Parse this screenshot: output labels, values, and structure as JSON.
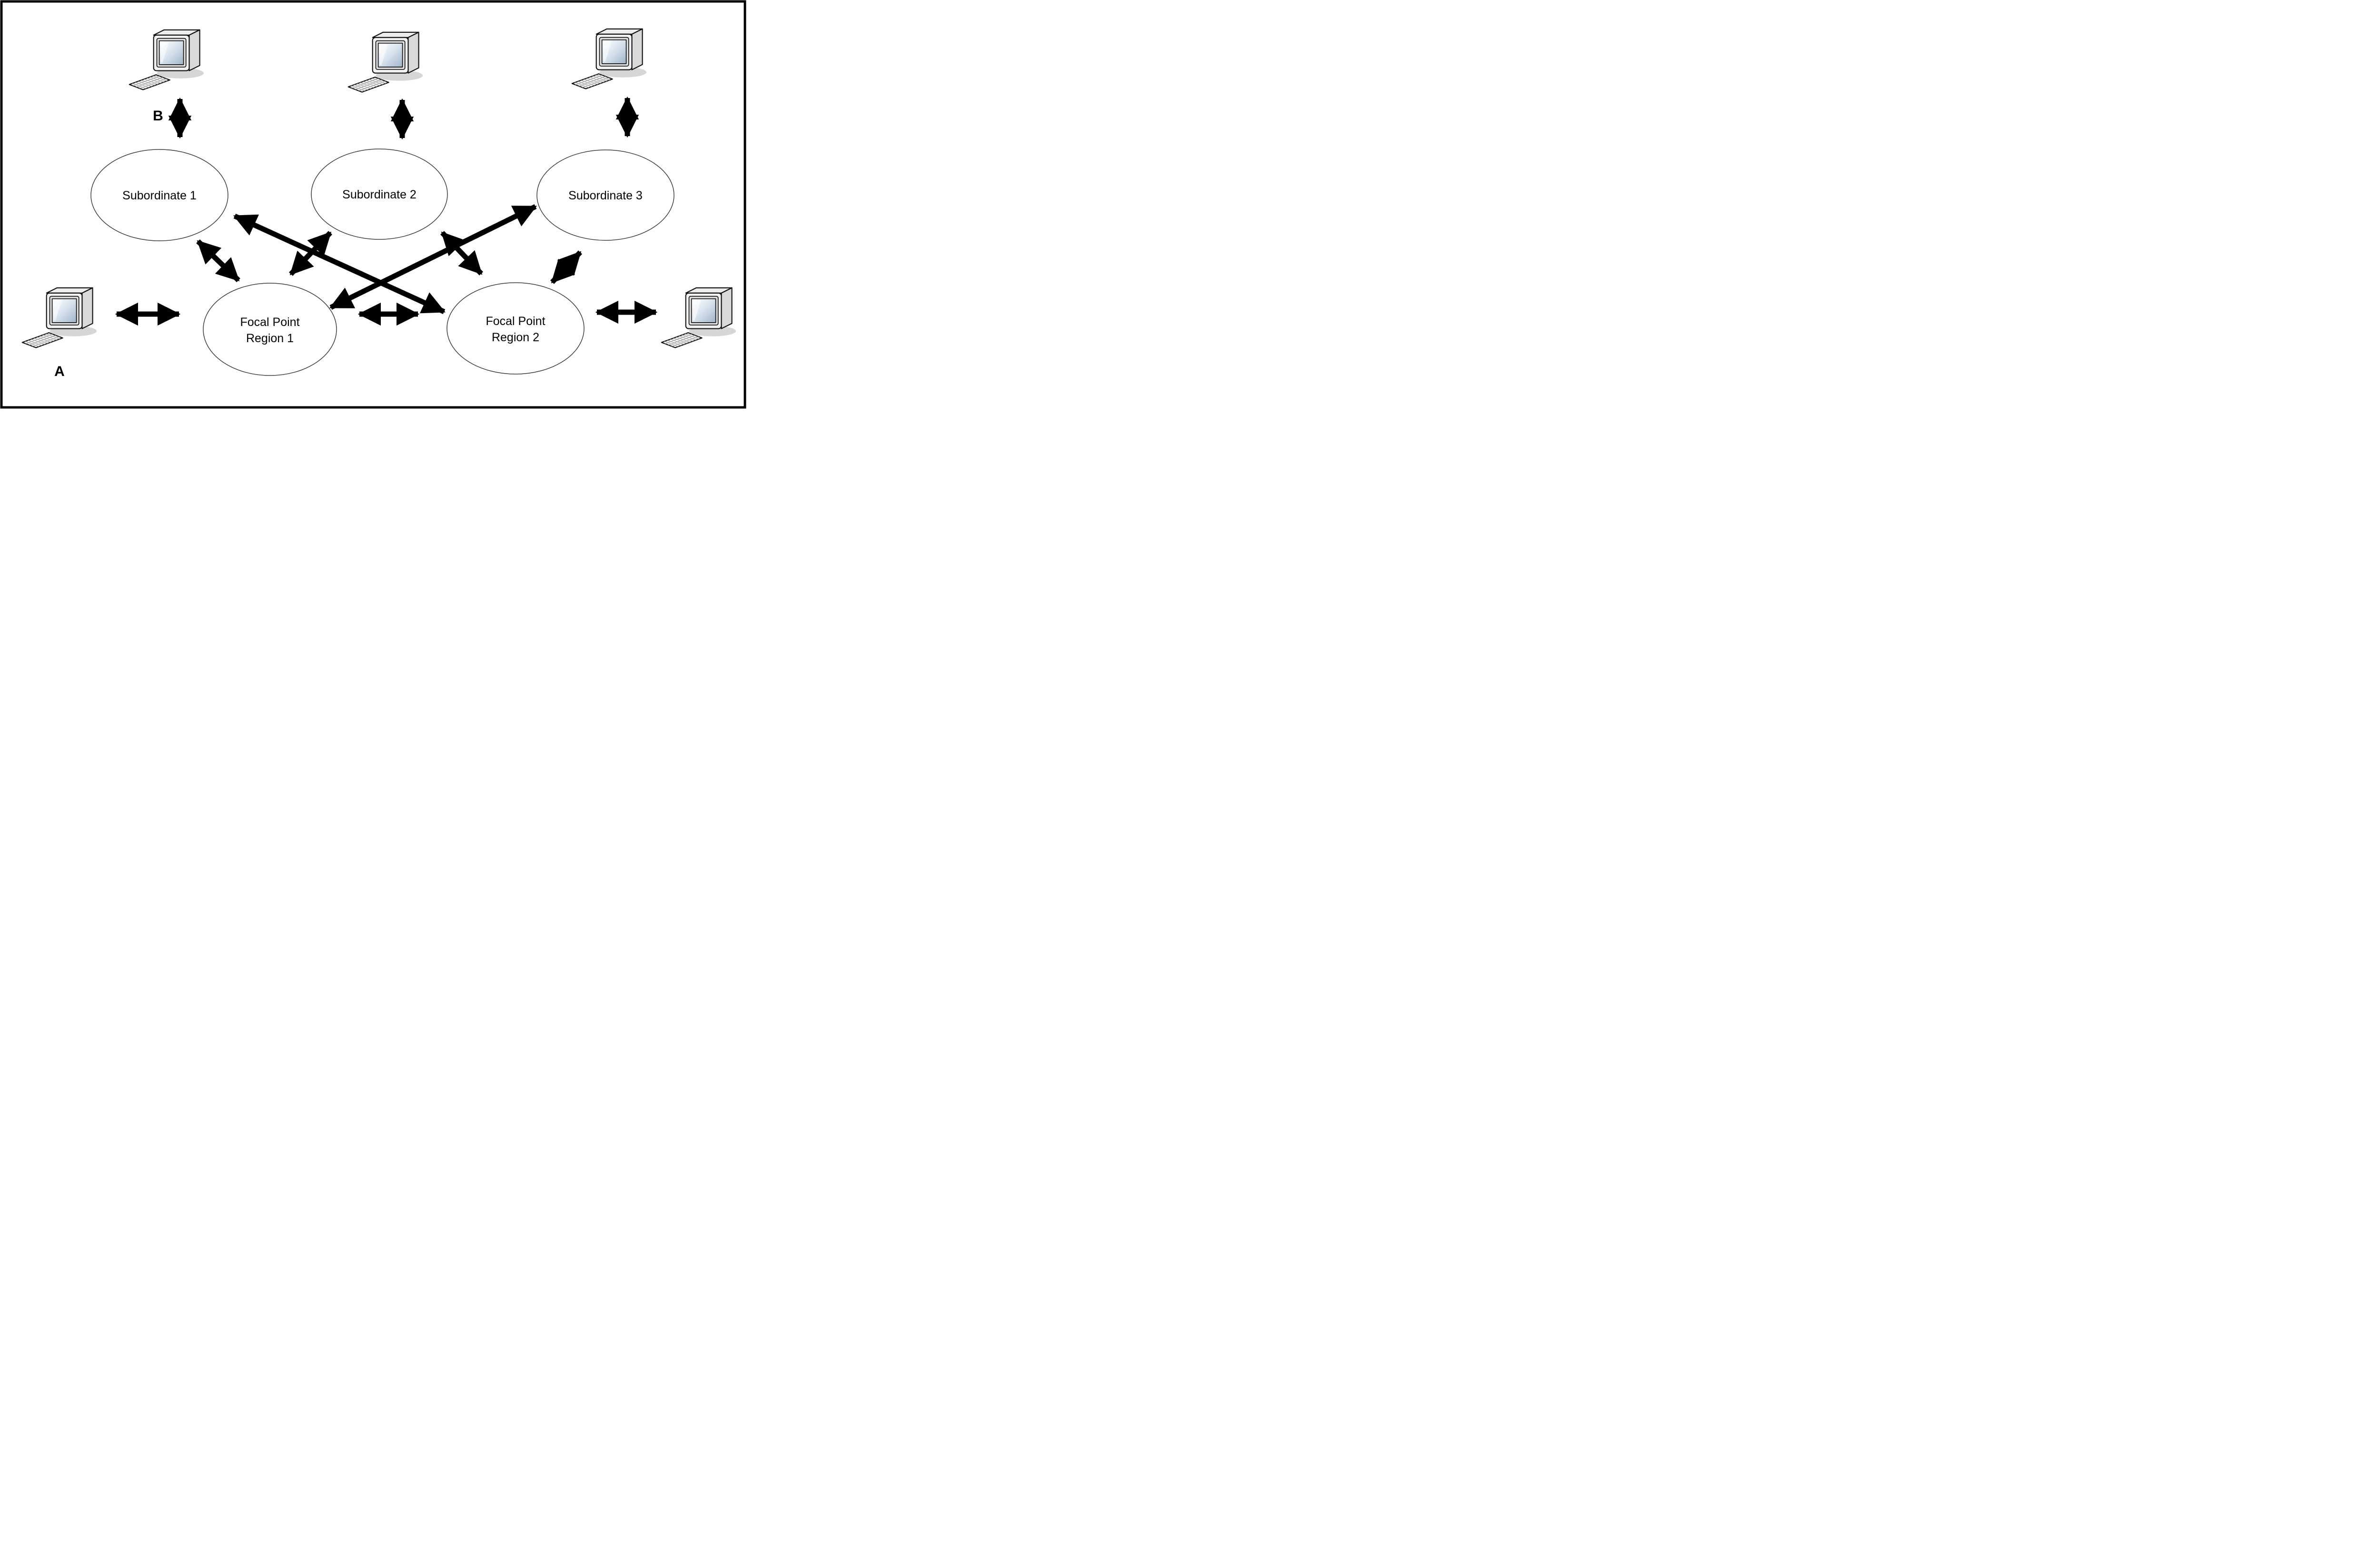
{
  "diagram": {
    "type": "network-topology",
    "arrow_style": "double-headed",
    "nodes": [
      {
        "id": "subordinate-1",
        "label": "Subordinate 1",
        "shape": "ellipse"
      },
      {
        "id": "subordinate-2",
        "label": "Subordinate 2",
        "shape": "ellipse"
      },
      {
        "id": "subordinate-3",
        "label": "Subordinate 3",
        "shape": "ellipse"
      },
      {
        "id": "focal-point-region-1",
        "label": "Focal Point Region 1",
        "line1": "Focal Point",
        "line2": "Region 1",
        "shape": "ellipse"
      },
      {
        "id": "focal-point-region-2",
        "label": "Focal Point Region 2",
        "line1": "Focal Point",
        "line2": "Region 2",
        "shape": "ellipse"
      }
    ],
    "workstations": [
      {
        "id": "ws-b",
        "label": "B"
      },
      {
        "id": "ws-top-center",
        "label": ""
      },
      {
        "id": "ws-top-right",
        "label": ""
      },
      {
        "id": "ws-a",
        "label": "A"
      },
      {
        "id": "ws-bottom-right",
        "label": ""
      }
    ],
    "connections": [
      {
        "from": "ws-b",
        "to": "subordinate-1",
        "bidirectional": true
      },
      {
        "from": "ws-top-center",
        "to": "subordinate-2",
        "bidirectional": true
      },
      {
        "from": "ws-top-right",
        "to": "subordinate-3",
        "bidirectional": true
      },
      {
        "from": "ws-a",
        "to": "focal-point-region-1",
        "bidirectional": true
      },
      {
        "from": "ws-bottom-right",
        "to": "focal-point-region-2",
        "bidirectional": true
      },
      {
        "from": "subordinate-1",
        "to": "focal-point-region-1",
        "bidirectional": true
      },
      {
        "from": "subordinate-2",
        "to": "focal-point-region-1",
        "bidirectional": true
      },
      {
        "from": "subordinate-2",
        "to": "focal-point-region-2",
        "bidirectional": true
      },
      {
        "from": "subordinate-3",
        "to": "focal-point-region-2",
        "bidirectional": true
      },
      {
        "from": "focal-point-region-1",
        "to": "focal-point-region-2",
        "bidirectional": true
      },
      {
        "from": "focal-point-region-1",
        "to": "subordinate-3",
        "bidirectional": true
      },
      {
        "from": "focal-point-region-2",
        "to": "subordinate-1",
        "bidirectional": true
      }
    ],
    "colors": {
      "arrow": "#000000",
      "ellipse_fill": "#ffffff",
      "ellipse_stroke": "#3c3c3c",
      "frame": "#000000",
      "background": "#ffffff"
    }
  }
}
